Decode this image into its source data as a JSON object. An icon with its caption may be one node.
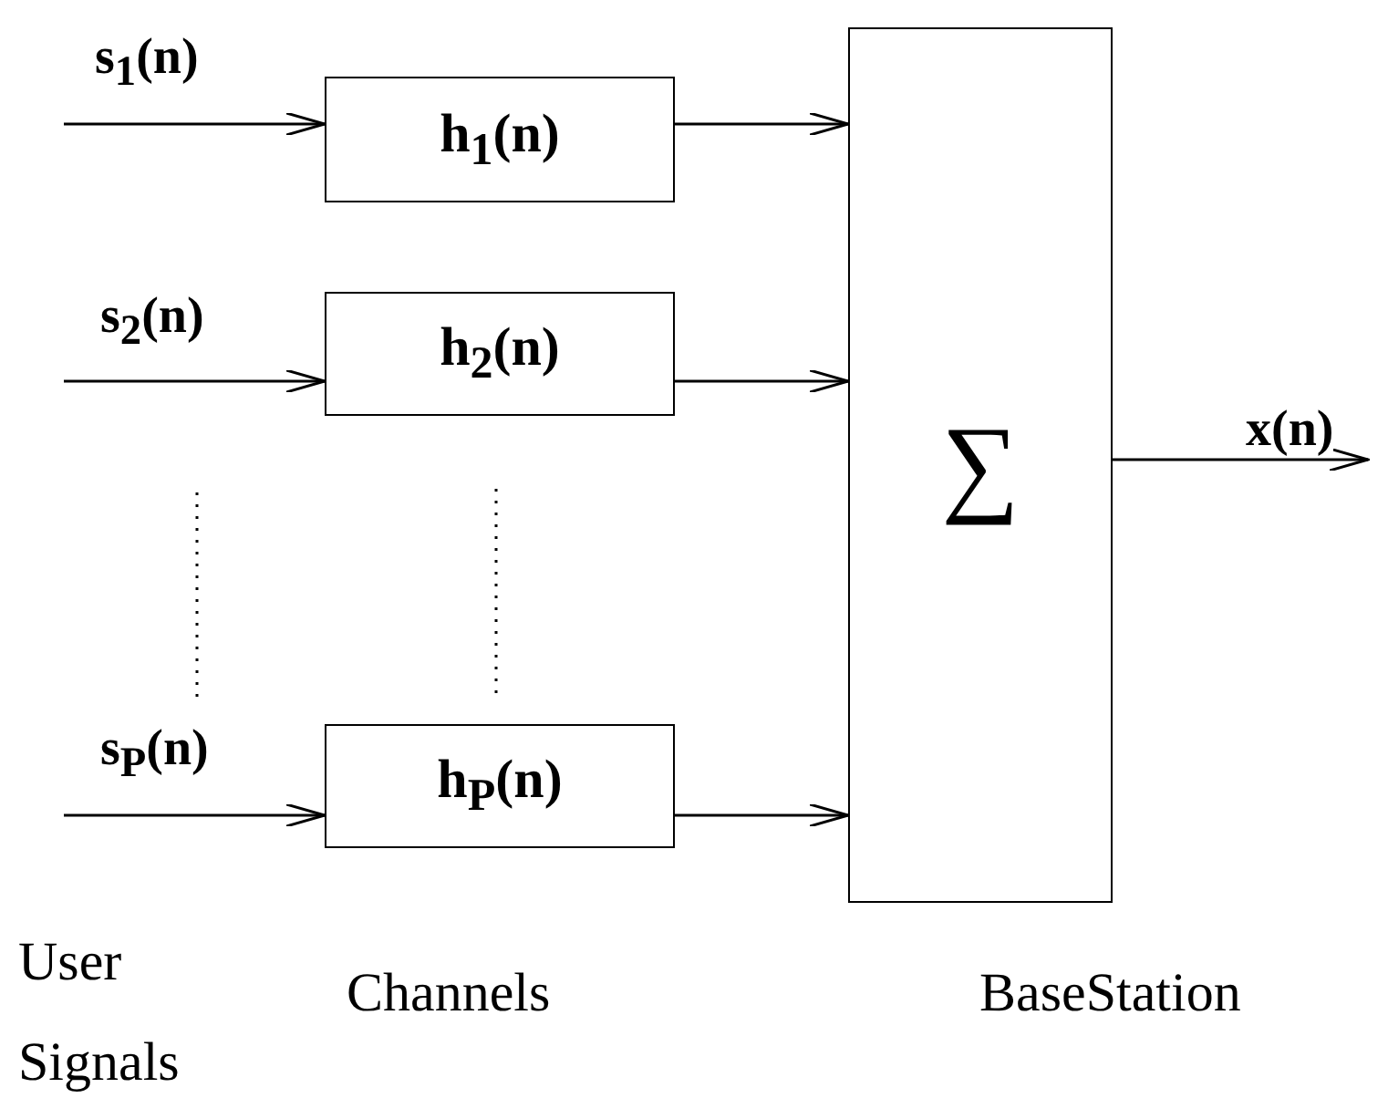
{
  "diagram": {
    "nodes": [
      {
        "text": [
          "h$_{1}$(n)"
        ]
      },
      {
        "text": [
          "h$_{2}$(n)"
        ]
      },
      {
        "text": [
          "h$_{P}$(n)"
        ]
      },
      {
        "text": [
          "∑"
        ]
      }
    ],
    "edges": [
      {
        "from": null,
        "to": 0,
        "arrow": "to",
        "label": "s$_{1}$(n)"
      },
      {
        "from": null,
        "to": 1,
        "arrow": "to",
        "label": "s$_{2}$(n)"
      },
      {
        "from": null,
        "to": 2,
        "arrow": "to",
        "label": "s$_{P}$(n)"
      },
      {
        "from": 0,
        "to": 3,
        "arrow": "to"
      },
      {
        "from": 1,
        "to": 3,
        "arrow": "to"
      },
      {
        "from": 2,
        "to": 3,
        "arrow": "to"
      },
      {
        "from": 3,
        "to": null,
        "arrow": "to",
        "label": "x(n)"
      }
    ],
    "labels": [
      "User Signals",
      "Channels",
      "BaseStation"
    ]
  }
}
